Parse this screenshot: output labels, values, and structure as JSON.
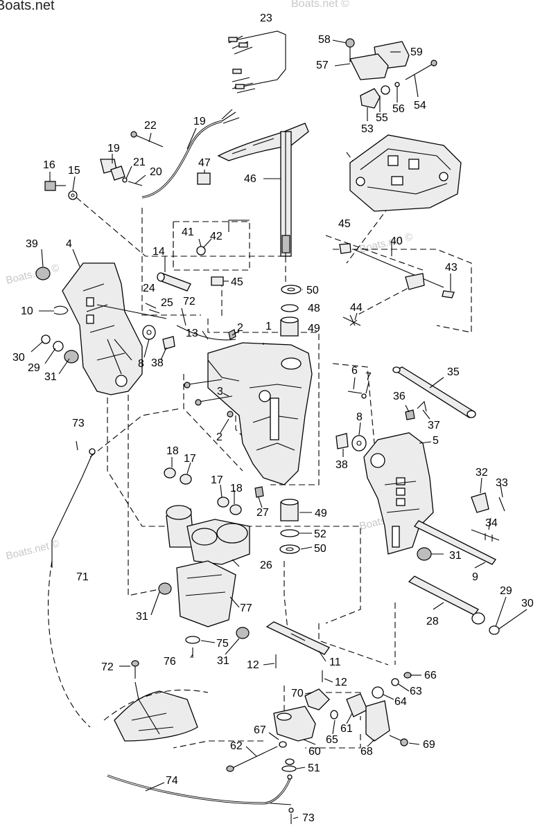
{
  "watermarks": [
    "Boats.net",
    "Boats.net ©",
    "Boats.net ©",
    "Boats.net ©",
    "Boats.net ©"
  ],
  "callouts": [
    {
      "id": "c23",
      "text": "23"
    },
    {
      "id": "c58",
      "text": "58"
    },
    {
      "id": "c59",
      "text": "59"
    },
    {
      "id": "c57",
      "text": "57"
    },
    {
      "id": "c54",
      "text": "54"
    },
    {
      "id": "c56",
      "text": "56"
    },
    {
      "id": "c55",
      "text": "55"
    },
    {
      "id": "c53",
      "text": "53"
    },
    {
      "id": "c22",
      "text": "22"
    },
    {
      "id": "c19a",
      "text": "19"
    },
    {
      "id": "c19b",
      "text": "19"
    },
    {
      "id": "c16",
      "text": "16"
    },
    {
      "id": "c15",
      "text": "15"
    },
    {
      "id": "c21",
      "text": "21"
    },
    {
      "id": "c20",
      "text": "20"
    },
    {
      "id": "c47",
      "text": "47"
    },
    {
      "id": "c46",
      "text": "46"
    },
    {
      "id": "c45a",
      "text": "45"
    },
    {
      "id": "c40",
      "text": "40"
    },
    {
      "id": "c41",
      "text": "41"
    },
    {
      "id": "c42",
      "text": "42"
    },
    {
      "id": "c39",
      "text": "39"
    },
    {
      "id": "c4",
      "text": "4"
    },
    {
      "id": "c14",
      "text": "14"
    },
    {
      "id": "c45b",
      "text": "45"
    },
    {
      "id": "c43",
      "text": "43"
    },
    {
      "id": "c50a",
      "text": "50"
    },
    {
      "id": "c48",
      "text": "48"
    },
    {
      "id": "c24",
      "text": "24"
    },
    {
      "id": "c25",
      "text": "25"
    },
    {
      "id": "c72a",
      "text": "72"
    },
    {
      "id": "c44",
      "text": "44"
    },
    {
      "id": "c10",
      "text": "10"
    },
    {
      "id": "c13",
      "text": "13"
    },
    {
      "id": "c2a",
      "text": "2"
    },
    {
      "id": "c1",
      "text": "1"
    },
    {
      "id": "c49a",
      "text": "49"
    },
    {
      "id": "c30a",
      "text": "30"
    },
    {
      "id": "c29a",
      "text": "29"
    },
    {
      "id": "c31a",
      "text": "31"
    },
    {
      "id": "c8a",
      "text": "8"
    },
    {
      "id": "c38a",
      "text": "38"
    },
    {
      "id": "c6",
      "text": "6"
    },
    {
      "id": "c7",
      "text": "7"
    },
    {
      "id": "c35",
      "text": "35"
    },
    {
      "id": "c3",
      "text": "3"
    },
    {
      "id": "c36",
      "text": "36"
    },
    {
      "id": "c37",
      "text": "37"
    },
    {
      "id": "c2b",
      "text": "2"
    },
    {
      "id": "c73a",
      "text": "73"
    },
    {
      "id": "c8b",
      "text": "8"
    },
    {
      "id": "c5",
      "text": "5"
    },
    {
      "id": "c38b",
      "text": "38"
    },
    {
      "id": "c18a",
      "text": "18"
    },
    {
      "id": "c17a",
      "text": "17"
    },
    {
      "id": "c32",
      "text": "32"
    },
    {
      "id": "c33",
      "text": "33"
    },
    {
      "id": "c17b",
      "text": "17"
    },
    {
      "id": "c18b",
      "text": "18"
    },
    {
      "id": "c27",
      "text": "27"
    },
    {
      "id": "c49b",
      "text": "49"
    },
    {
      "id": "c34",
      "text": "34"
    },
    {
      "id": "c52",
      "text": "52"
    },
    {
      "id": "c50b",
      "text": "50"
    },
    {
      "id": "c31b",
      "text": "31"
    },
    {
      "id": "c71",
      "text": "71"
    },
    {
      "id": "c26",
      "text": "26"
    },
    {
      "id": "c9",
      "text": "9"
    },
    {
      "id": "c77",
      "text": "77"
    },
    {
      "id": "c29b",
      "text": "29"
    },
    {
      "id": "c31c",
      "text": "31"
    },
    {
      "id": "c30b",
      "text": "30"
    },
    {
      "id": "c28",
      "text": "28"
    },
    {
      "id": "c75",
      "text": "75"
    },
    {
      "id": "c76",
      "text": "76"
    },
    {
      "id": "c31d",
      "text": "31"
    },
    {
      "id": "c11",
      "text": "11"
    },
    {
      "id": "c12a",
      "text": "12"
    },
    {
      "id": "c72b",
      "text": "72"
    },
    {
      "id": "c12b",
      "text": "12"
    },
    {
      "id": "c66",
      "text": "66"
    },
    {
      "id": "c63",
      "text": "63"
    },
    {
      "id": "c70",
      "text": "70"
    },
    {
      "id": "c64",
      "text": "64"
    },
    {
      "id": "c65",
      "text": "65"
    },
    {
      "id": "c61",
      "text": "61"
    },
    {
      "id": "c67",
      "text": "67"
    },
    {
      "id": "c60",
      "text": "60"
    },
    {
      "id": "c62",
      "text": "62"
    },
    {
      "id": "c69",
      "text": "69"
    },
    {
      "id": "c68",
      "text": "68"
    },
    {
      "id": "c51",
      "text": "51"
    },
    {
      "id": "c74",
      "text": "74"
    },
    {
      "id": "c73b",
      "text": "73"
    }
  ]
}
